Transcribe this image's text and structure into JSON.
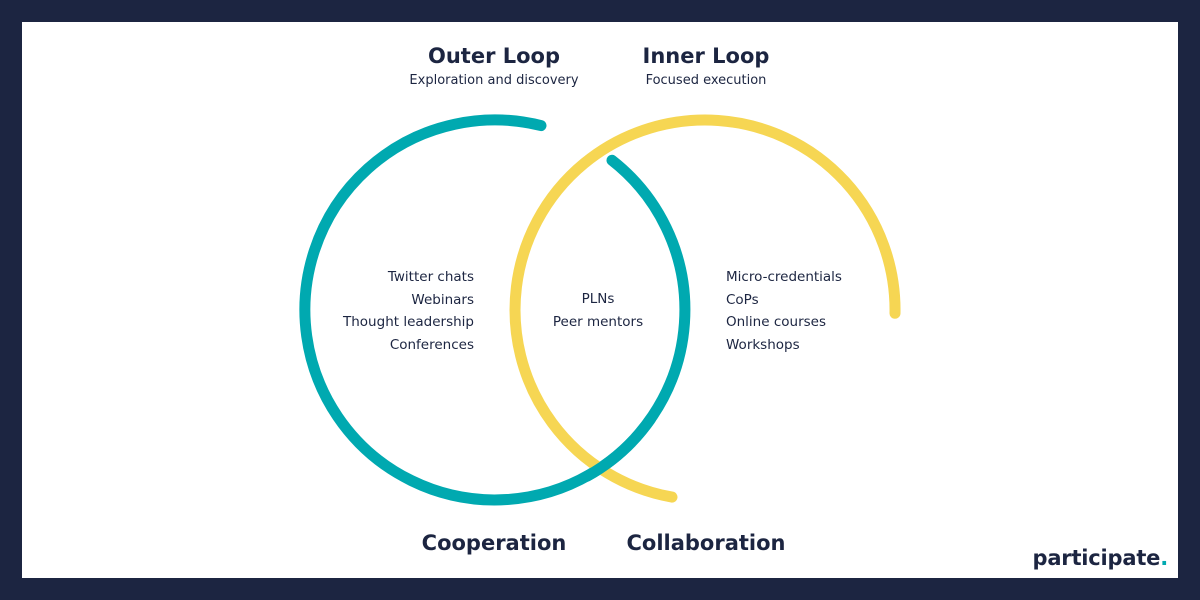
{
  "colors": {
    "frame": "#1c2541",
    "background": "#ffffff",
    "text": "#1c2541",
    "outer_loop": "#00a9b0",
    "inner_loop": "#f6d653"
  },
  "outer_loop": {
    "title": "Outer Loop",
    "subtitle": "Exploration and discovery",
    "items": [
      "Twitter chats",
      "Webinars",
      "Thought leadership",
      "Conferences"
    ],
    "bottom_label": "Cooperation"
  },
  "inner_loop": {
    "title": "Inner Loop",
    "subtitle": "Focused execution",
    "items": [
      "Micro-credentials",
      "CoPs",
      "Online courses",
      "Workshops"
    ],
    "bottom_label": "Collaboration"
  },
  "overlap": {
    "items": [
      "PLNs",
      "Peer mentors"
    ]
  },
  "brand": {
    "name": "participate"
  }
}
